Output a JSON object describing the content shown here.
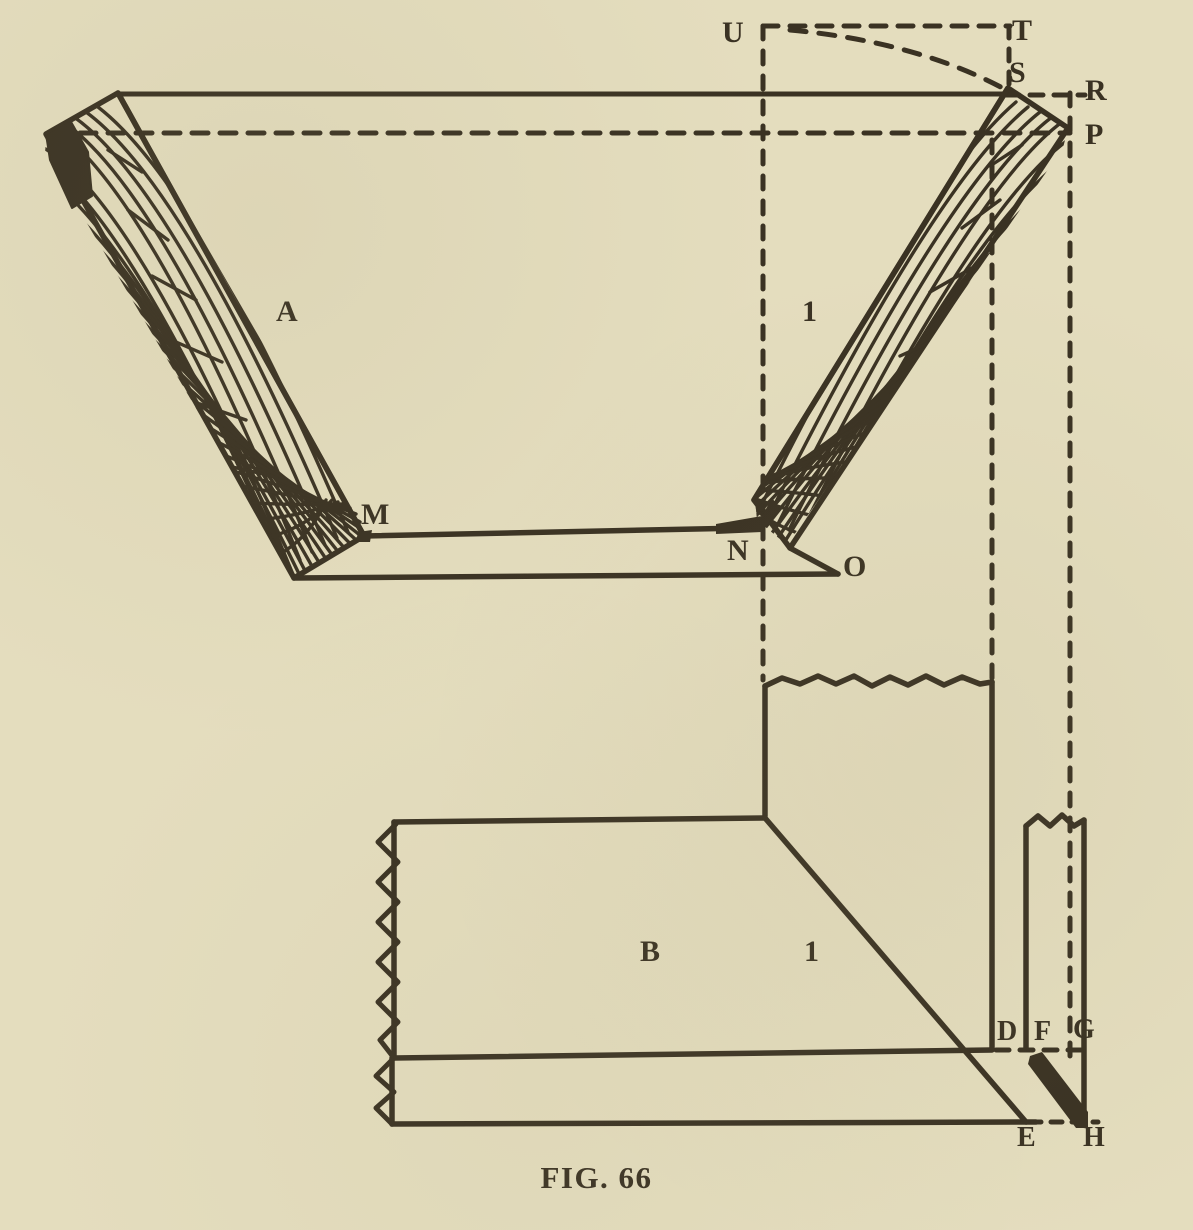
{
  "figure": {
    "caption": "FIG. 66",
    "background_color": "#e4ddbe",
    "ink_color": "#3a3223",
    "description": "Technical woodworking construction drawing showing two hatched end-grain boards set at an angle over a base, with projection lines and lettered reference points."
  },
  "labels": {
    "board_a": "A",
    "board_one_upper": "1",
    "board_b": "B",
    "board_one_lower": "1",
    "point_u": "U",
    "point_t": "T",
    "point_s": "S",
    "point_r": "R",
    "point_p": "P",
    "point_m": "M",
    "point_n": "N",
    "point_o": "O",
    "point_d": "D",
    "point_f": "F",
    "point_g": "G",
    "point_e": "E",
    "point_h": "H"
  },
  "icons": {
    "break_line": "zigzag-break-icon",
    "grain": "wood-grain-hatch-icon",
    "arc": "rotation-arc-icon"
  }
}
